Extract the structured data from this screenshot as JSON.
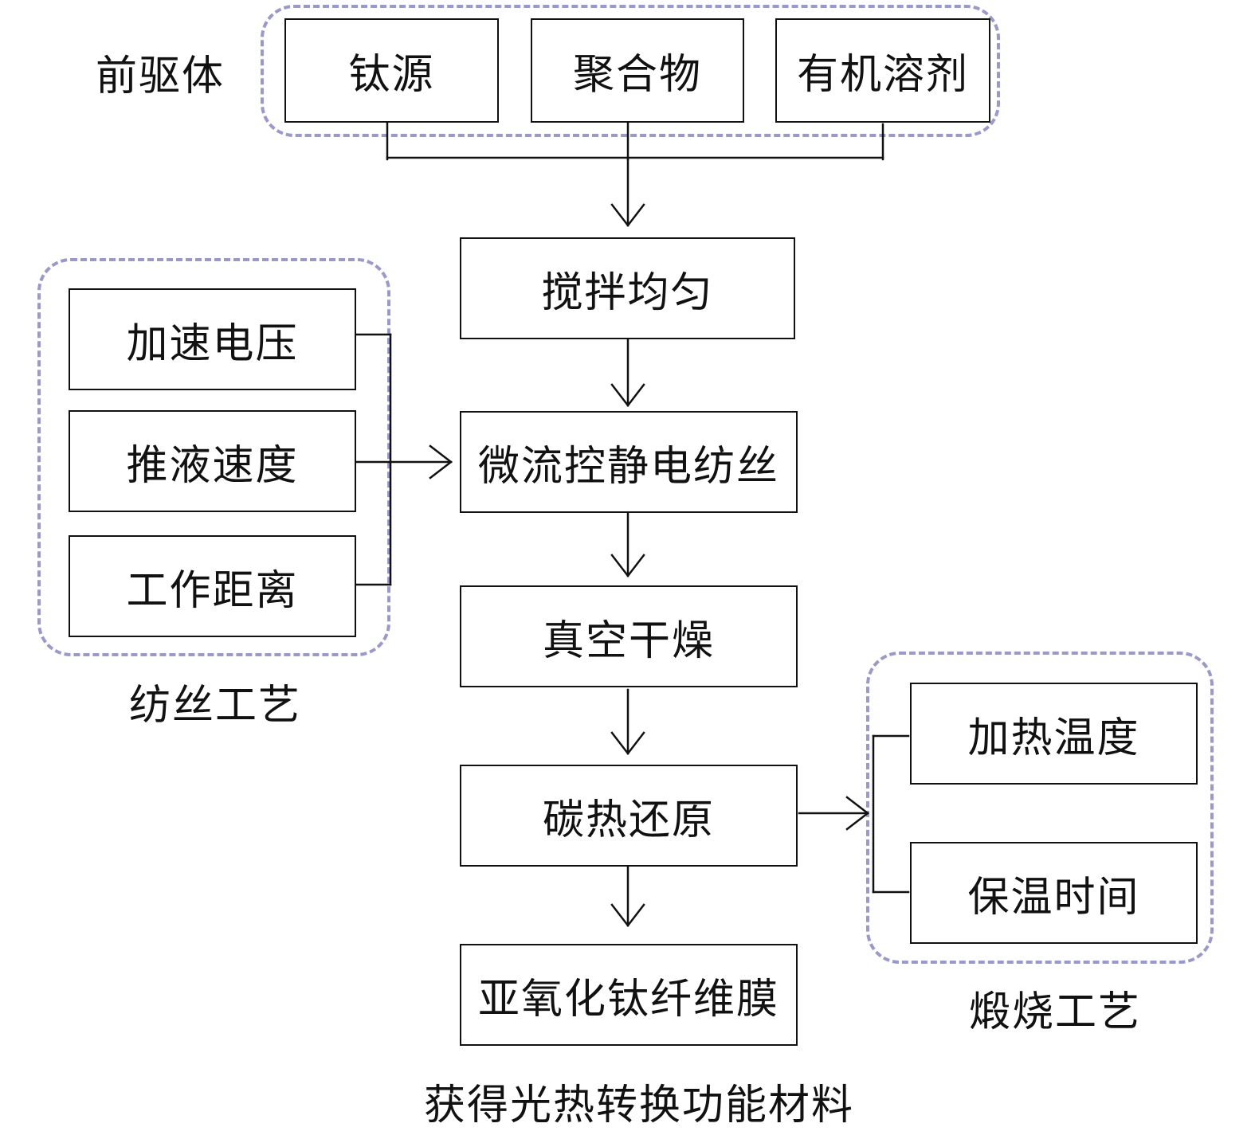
{
  "colors": {
    "group_border": "#9a98cf",
    "line": "#111111",
    "text": "#111111"
  },
  "precursor": {
    "label": "前驱体",
    "items": [
      "钛源",
      "聚合物",
      "有机溶剂"
    ]
  },
  "spinning_process": {
    "label": "纺丝工艺",
    "items": [
      "加速电压",
      "推液速度",
      "工作距离"
    ]
  },
  "calcination_process": {
    "label": "煅烧工艺",
    "items": [
      "加热温度",
      "保温时间"
    ]
  },
  "steps": [
    "搅拌均匀",
    "微流控静电纺丝",
    "真空干燥",
    "碳热还原",
    "亚氧化钛纤维膜"
  ],
  "result": "获得光热转换功能材料"
}
